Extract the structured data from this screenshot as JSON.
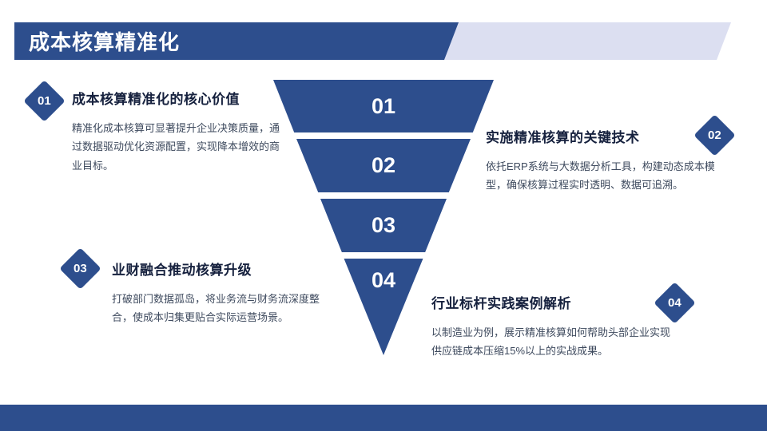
{
  "slide": {
    "title": "成本核算精准化",
    "colors": {
      "primary": "#2D4E8D",
      "banner_back": "#DCDFF1",
      "heading_text": "#16213E",
      "body_text": "#3E4A5E",
      "background": "#FFFFFF"
    }
  },
  "funnel": {
    "levels": [
      {
        "label": "01"
      },
      {
        "label": "02"
      },
      {
        "label": "03"
      },
      {
        "label": "04"
      }
    ]
  },
  "sections": [
    {
      "badge": "01",
      "heading": "成本核算精准化的核心价值",
      "body": "精准化成本核算可显著提升企业决策质量，通过数据驱动优化资源配置，实现降本增效的商业目标。"
    },
    {
      "badge": "02",
      "heading": "实施精准核算的关键技术",
      "body": "依托ERP系统与大数据分析工具，构建动态成本模型，确保核算过程实时透明、数据可追溯。"
    },
    {
      "badge": "03",
      "heading": "业财融合推动核算升级",
      "body": "打破部门数据孤岛，将业务流与财务流深度整合，使成本归集更贴合实际运营场景。"
    },
    {
      "badge": "04",
      "heading": "行业标杆实践案例解析",
      "body": "以制造业为例，展示精准核算如何帮助头部企业实现供应链成本压缩15%以上的实战成果。"
    }
  ]
}
